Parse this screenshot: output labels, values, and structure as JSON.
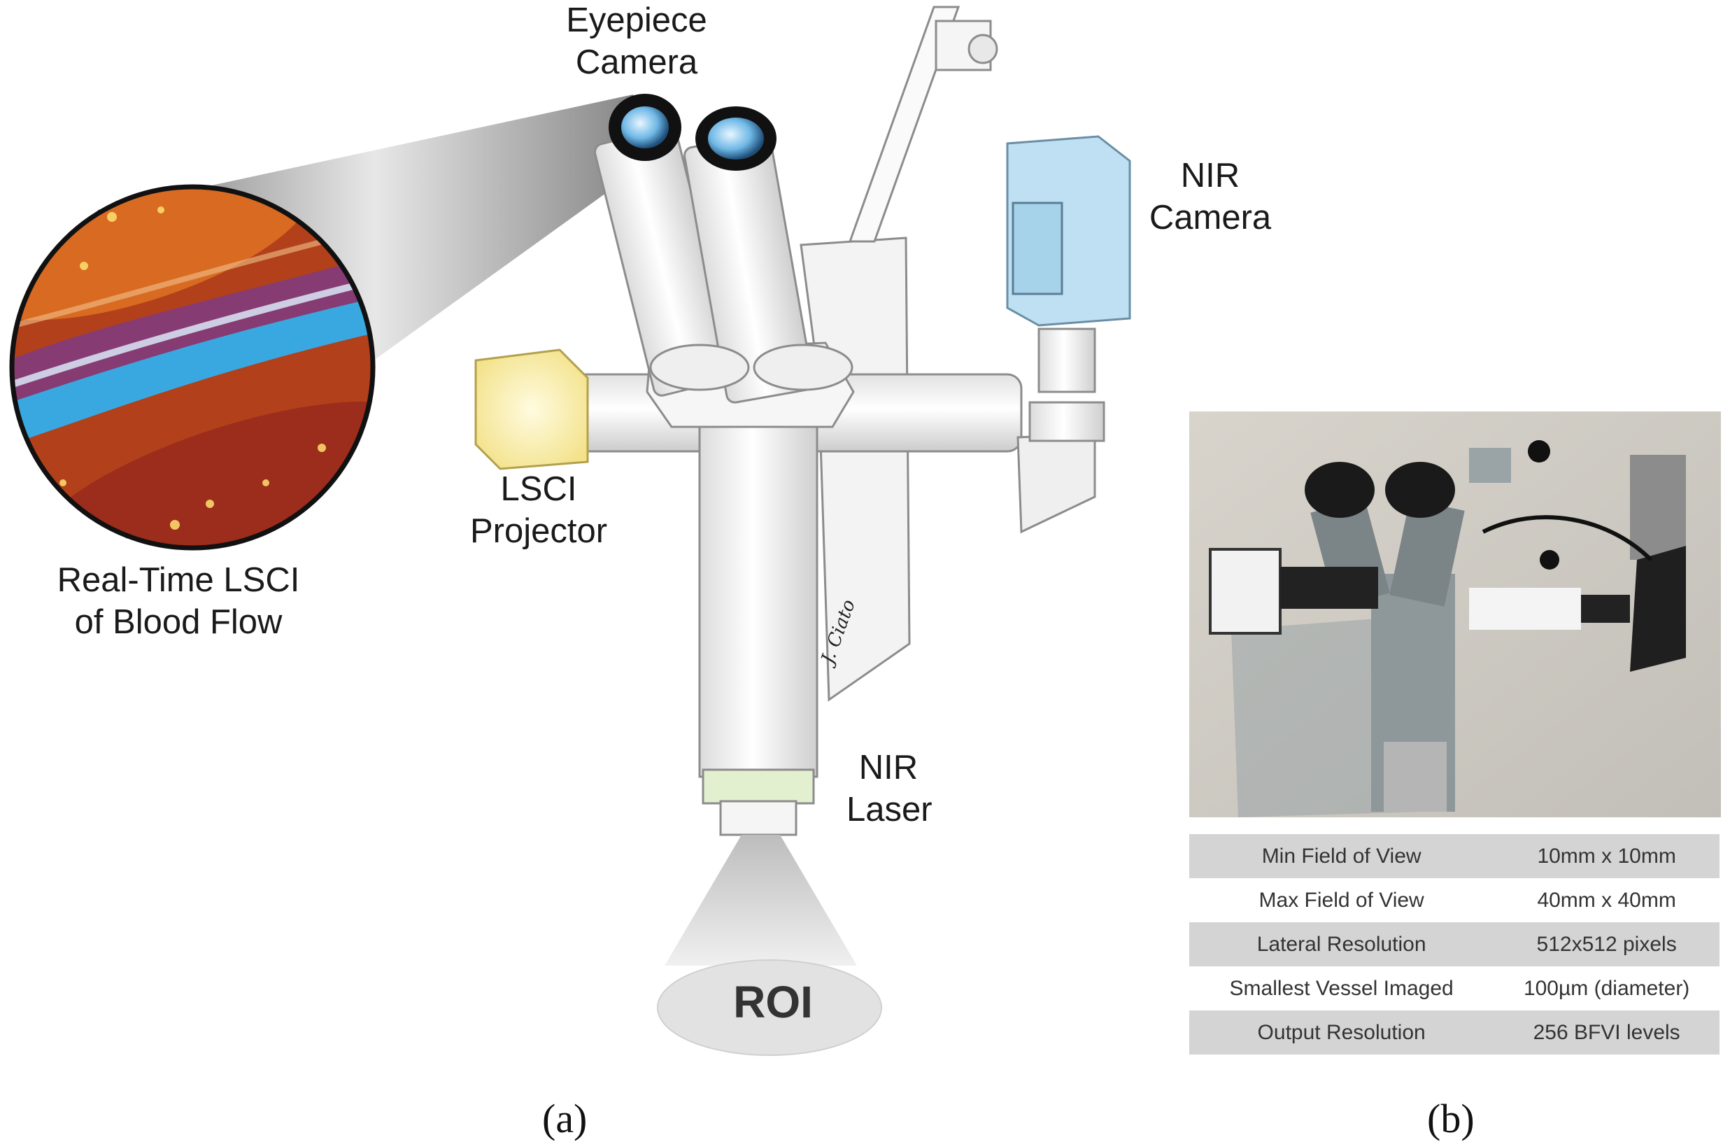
{
  "panel_a": {
    "labels": {
      "eyepiece_camera": [
        "Eyepiece",
        "Camera"
      ],
      "nir_camera": [
        "NIR",
        "Camera"
      ],
      "lsci_projector": [
        "LSCI",
        "Projector"
      ],
      "realtime_lsci": [
        "Real-Time LSCI",
        "of Blood Flow"
      ],
      "nir_laser": [
        "NIR",
        "Laser"
      ],
      "roi": "ROI"
    },
    "caption": "(a)"
  },
  "panel_b": {
    "specs": [
      {
        "name": "Min Field of View",
        "value": "10mm x 10mm"
      },
      {
        "name": "Max Field of View",
        "value": "40mm x 40mm"
      },
      {
        "name": "Lateral Resolution",
        "value": "512x512  pixels"
      },
      {
        "name": "Smallest Vessel Imaged",
        "value": "100µm (diameter)"
      },
      {
        "name": "Output Resolution",
        "value": "256 BFVI levels"
      }
    ],
    "caption": "(b)"
  },
  "colors": {
    "microscope_body": "#f2f2f2",
    "outline": "#8c8c8c",
    "projector_yellow": "#f6eaa0",
    "camera_blue": "#bfe0f2",
    "table_shade": "#d4d4d4",
    "flow_blue": "#3aa8e0",
    "tissue_orange": "#c8501e"
  }
}
